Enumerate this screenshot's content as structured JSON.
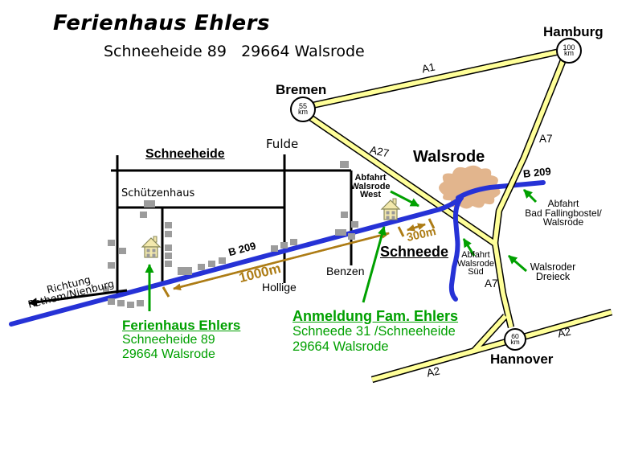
{
  "header": {
    "title": "Ferienhaus Ehlers",
    "subtitle": "Schneeheide 89   29664 Walsrode"
  },
  "cities": {
    "hamburg": "Hamburg",
    "bremen": "Bremen",
    "walsrode": "Walsrode",
    "hannover": "Hannover"
  },
  "badges": {
    "hamburg": {
      "value": "100",
      "unit": "km"
    },
    "bremen": {
      "value": "55",
      "unit": "km"
    },
    "hannover": {
      "value": "60",
      "unit": "km"
    }
  },
  "road_labels": {
    "a1": "A1",
    "a7_north": "A7",
    "a27": "A27",
    "a7_south": "A7",
    "a2_east": "A2",
    "a2_west": "A2",
    "b209_east": "B 209",
    "b209_on_road": "B 209"
  },
  "place_labels": {
    "schneeheide": "Schneeheide",
    "schuetzenhaus": "Schützenhaus",
    "fulde": "Fulde",
    "benzen": "Benzen",
    "hollige": "Hollige",
    "schneede": "Schneede"
  },
  "exit_labels": {
    "walsrode_west": {
      "line1": "Abfahrt",
      "line2": "Walsrode",
      "line3": "West"
    },
    "walsrode_sued": {
      "line1": "Abfahrt",
      "line2": "Walsrode",
      "line3": "Süd"
    },
    "bad_fallingbostel": {
      "line1": "Abfahrt",
      "line2": "Bad Fallingbostel/",
      "line3": "Walsrode"
    },
    "walsroder_dreieck": {
      "line1": "Walsroder",
      "line2": "Dreieck"
    }
  },
  "direction_sign": {
    "line1": "Richtung",
    "line2": "Rethem/Nienburg"
  },
  "measurements": {
    "long": "1000m",
    "short": "300m"
  },
  "address_ferienhaus": {
    "heading": "Ferienhaus Ehlers",
    "line1": "Schneeheide 89",
    "line2": "29664 Walsrode"
  },
  "address_anmeldung": {
    "heading": "Anmeldung Fam. Ehlers",
    "line1": "Schneede 31 /Schneeheide",
    "line2": "29664 Walsrode"
  },
  "colors": {
    "motorway_yellow": "#ffff99",
    "federal_road_blue": "#2632d6",
    "accent_green": "#00a000",
    "measure_brown": "#ad7c15",
    "city_area_tan": "#e2b58d",
    "building_gray": "#9c9c9c"
  }
}
